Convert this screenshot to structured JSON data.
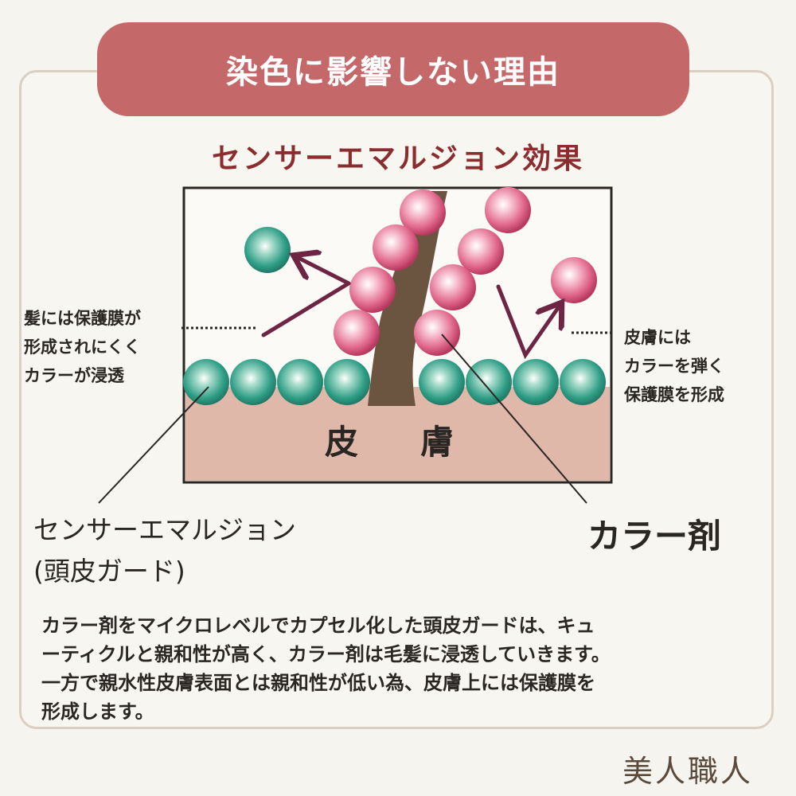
{
  "header": {
    "title": "染色に影響しない理由"
  },
  "diagram": {
    "subtitle": "センサーエマルジョン効果",
    "skin_label": "皮　膚",
    "note_left": [
      "髪には保護膜が",
      "形成されにくく",
      "カラーが浸透"
    ],
    "note_right": [
      "皮膚には",
      "カラーを弾く",
      "保護膜を形成"
    ],
    "label_scalp": [
      "センサーエマルジョン",
      "(頭皮ガード)"
    ],
    "label_color": "カラー剤",
    "colors": {
      "skin": "#dfb8a9",
      "hair": "#6b5440",
      "pink_sphere": "#e26b8f",
      "teal_sphere": "#2f9e86",
      "arrow": "#6e2443",
      "banner": "#c5686a",
      "subtitle": "#8b2d2f"
    }
  },
  "description": {
    "lines": [
      "カラー剤をマイクロレベルでカプセル化した頭皮ガードは、キュ",
      "ーティクルと親和性が高く、カラー剤は毛髪に浸透していきます。",
      "一方で親水性皮膚表面とは親和性が低い為、皮膚上には保護膜を",
      "形成します。"
    ]
  },
  "logo": {
    "text": "美人職人"
  }
}
